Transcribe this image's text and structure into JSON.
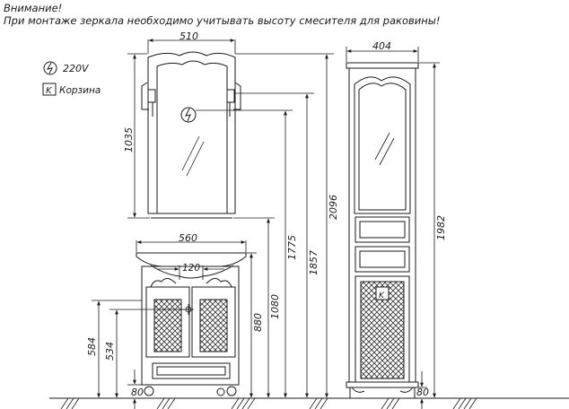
{
  "notes": {
    "warning": "Внимание!",
    "instruction": "При монтаже зеркала необходимо учитывать высоту смесителя для раковины!"
  },
  "legend": {
    "power_label": "220V",
    "power_icon": "lightning-socket-icon",
    "basket_symbol": "K",
    "basket_label": "Корзина"
  },
  "dimensions": {
    "mirror_width": "510",
    "mirror_height": "1035",
    "mirror_top_height": "2096",
    "socket_height": "1857",
    "mirror_bottom_height": "1775",
    "vanity_width": "560",
    "sink_hole_width": "120",
    "outlet_height": "1080",
    "vanity_height": "880",
    "drain_height_584": "584",
    "drain_height_534": "534",
    "vanity_leg_height": "80",
    "column_width": "404",
    "column_height": "1982",
    "column_leg_height": "80"
  }
}
